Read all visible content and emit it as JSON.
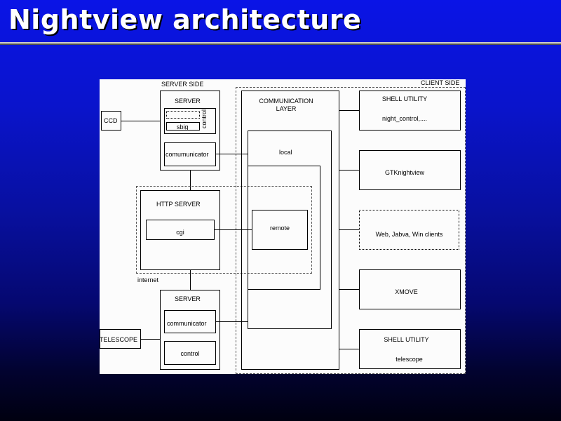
{
  "title": "Nightview architecture",
  "diagram": {
    "server_side_label": "SERVER SIDE",
    "client_side_label": "CLIENT  SIDE",
    "ccd": "CCD",
    "telescope": "TELESCOPE",
    "server_top": {
      "title": "SERVER",
      "sbig": "sbig",
      "control": "control",
      "communicator": "comumunicator"
    },
    "http_server": {
      "title": "HTTP  SERVER",
      "cgi": "cgi"
    },
    "internet": "internet",
    "server_bottom": {
      "title": "SERVER",
      "communicator": "communicator",
      "control": "control"
    },
    "communication_layer": {
      "title_line1": "COMMUNICATION",
      "title_line2": "LAYER",
      "local": "local",
      "remote": "remote"
    },
    "clients": {
      "shell_utility_1_title": "SHELL  UTILITY",
      "shell_utility_1_sub": "night_control,....",
      "gtk": "GTKnightview",
      "web": "Web, Jabva, Win  clients",
      "xmove": "XMOVE",
      "shell_utility_2_title": "SHELL  UTILITY",
      "shell_utility_2_sub": "telescope"
    }
  }
}
